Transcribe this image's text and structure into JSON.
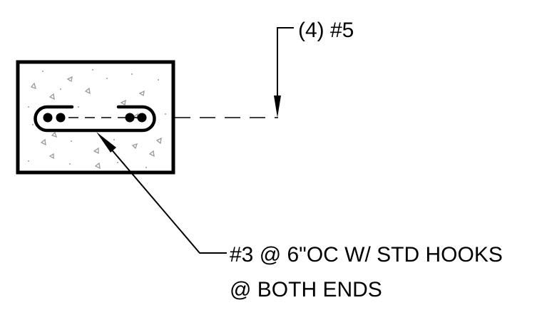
{
  "callouts": {
    "top_bars": "(4) #5",
    "stirrup_line1": "#3 @ 6\"OC W/ STD HOOKS",
    "stirrup_line2": "@ BOTH ENDS"
  },
  "colors": {
    "line": "#000000",
    "aggregate": "#9a9a9a",
    "background": "#ffffff"
  }
}
